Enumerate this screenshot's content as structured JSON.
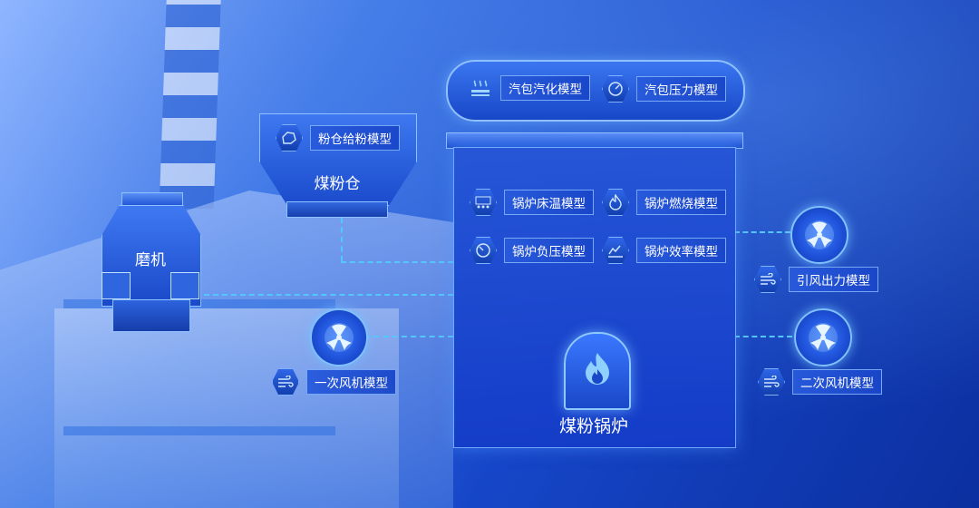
{
  "boiler": {
    "title": "煤粉锅炉",
    "models": [
      "锅炉床温模型",
      "锅炉燃烧模型",
      "锅炉负压模型",
      "锅炉效率模型"
    ]
  },
  "drum": {
    "models": [
      "汽包汽化模型",
      "汽包压力模型"
    ]
  },
  "silo": {
    "title": "煤粉仓",
    "model": "粉仓给粉模型"
  },
  "mill": {
    "title": "磨机"
  },
  "fans": {
    "primary": "一次风机模型",
    "induced": "引风出力模型",
    "secondary": "二次风机模型"
  },
  "colors": {
    "dash": "#53c7ff",
    "panel": "#1b4bd6",
    "border": "#7fb3ff"
  },
  "icons": {
    "drum_vapor": "steam-icon",
    "drum_pressure": "gauge-icon",
    "silo_feed": "coal-icon",
    "bed_temp": "boiler-grid-icon",
    "combustion": "flame-icon",
    "negative_pressure": "gauge-icon",
    "efficiency": "chart-icon",
    "fan": "fan-icon",
    "wind": "wind-icon"
  }
}
